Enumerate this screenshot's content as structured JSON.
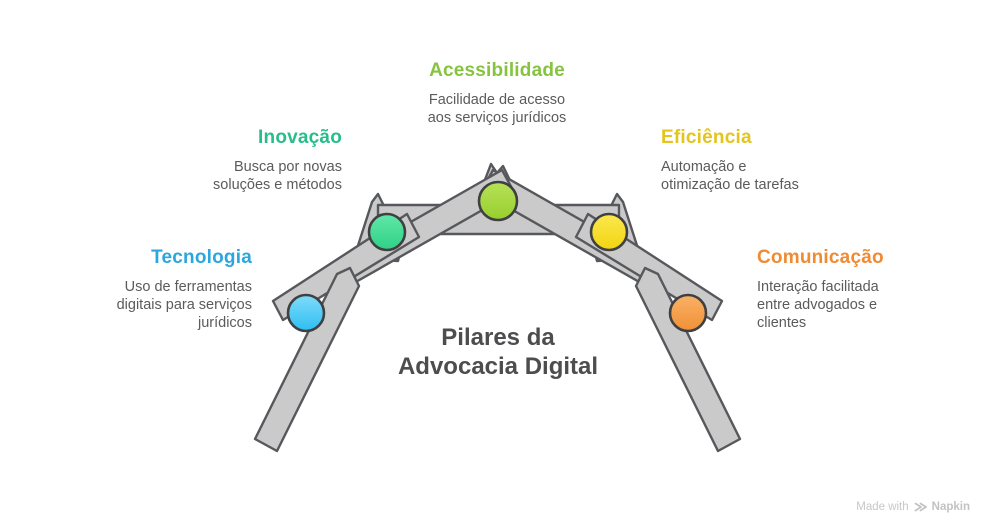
{
  "diagram_title": {
    "lines": [
      "Pilares da",
      "Advocacia Digital"
    ],
    "color": "#4d4d4f"
  },
  "pillars": [
    {
      "name": "Tecnologia",
      "description_lines": [
        "Uso de ferramentas",
        "digitais para serviços",
        "jurídicos"
      ],
      "label_color": "#2ba7de",
      "gradient": [
        "#7edcfb",
        "#2ebef1"
      ]
    },
    {
      "name": "Inovação",
      "description_lines": [
        "Busca por novas",
        "soluções e métodos"
      ],
      "label_color": "#27be8b",
      "gradient": [
        "#62e7a8",
        "#2fd186"
      ]
    },
    {
      "name": "Acessibilidade",
      "description_lines": [
        "Facilidade de acesso",
        "aos serviços jurídicos"
      ],
      "label_color": "#86c440",
      "gradient": [
        "#b6e257",
        "#98ce2d"
      ]
    },
    {
      "name": "Eficiência",
      "description_lines": [
        "Automação e",
        "otimização de tarefas"
      ],
      "label_color": "#e3c51e",
      "gradient": [
        "#fbe84d",
        "#f2d411"
      ]
    },
    {
      "name": "Comunicação",
      "description_lines": [
        "Interação facilitada",
        "entre advogados e",
        "clientes"
      ],
      "label_color": "#ef8b33",
      "gradient": [
        "#fab166",
        "#f09038"
      ]
    }
  ],
  "structure": {
    "beam_fill": "#cacacb",
    "beam_stroke": "#57585c",
    "node_stroke": "#404043"
  },
  "watermark": {
    "prefix": "Made with",
    "brand": "Napkin",
    "color": "#c7c7c7"
  }
}
